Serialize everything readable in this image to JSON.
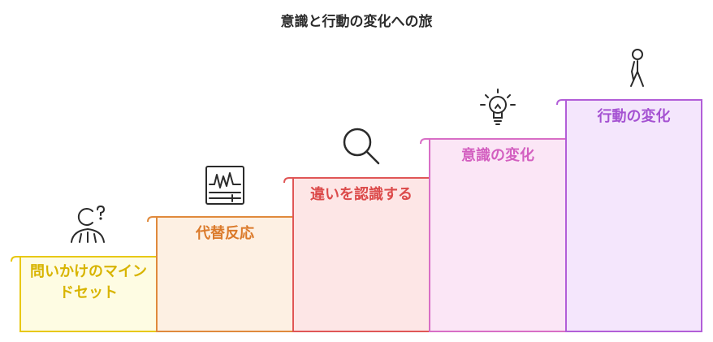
{
  "title": "意識と行動の変化への旅",
  "steps": [
    {
      "label": "問いかけのマインドセット",
      "icon": "person-question-icon",
      "fill": "#fefce3",
      "stroke": "#e8c812",
      "text_color": "#d8b400"
    },
    {
      "label": "代替反応",
      "icon": "waveform-monitor-icon",
      "fill": "#fdf0e3",
      "stroke": "#e08a3c",
      "text_color": "#db7a2a"
    },
    {
      "label": "違いを認識する",
      "icon": "magnifier-icon",
      "fill": "#fde6e6",
      "stroke": "#e05656",
      "text_color": "#dc4b4b"
    },
    {
      "label": "意識の変化",
      "icon": "lightbulb-icon",
      "fill": "#fbe6f6",
      "stroke": "#d86ec6",
      "text_color": "#d35fc0"
    },
    {
      "label": "行動の変化",
      "icon": "walking-person-icon",
      "fill": "#f4e6fc",
      "stroke": "#b25ed8",
      "text_color": "#a552d2"
    }
  ]
}
